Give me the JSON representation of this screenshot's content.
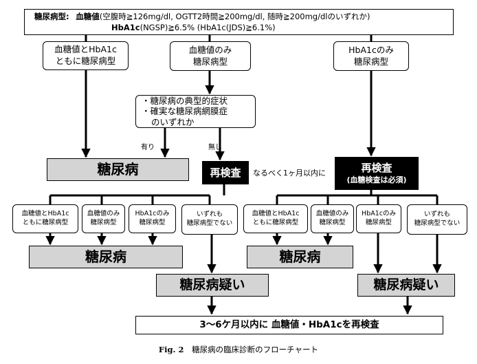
{
  "criteria": {
    "label": "糖尿病型:",
    "bg_label": "血糖値",
    "bg_detail": "(空腹時≧126mg/dl, OGTT2時間≧200mg/dl, 随時≧200mg/dlのいずれか)",
    "hba1c_label": "HbA1c",
    "hba1c_detail": "(NGSP)≧6.5% (HbA1c(JDS)≧6.1%)"
  },
  "top_boxes": {
    "both": [
      "血糖値とHbA1c",
      "ともに糖尿病型"
    ],
    "glucose_only": [
      "血糖値のみ",
      "糖尿病型"
    ],
    "hba1c_only": [
      "HbA1cのみ",
      "糖尿病型"
    ]
  },
  "symptom_box": [
    "・糖尿病の典型的症状",
    "・確実な糖尿病網膜症",
    "のいずれか"
  ],
  "branch_labels": {
    "yes": "有り",
    "no": "無し"
  },
  "diabetes": "糖尿病",
  "retest": "再検査",
  "retest_note": "(血糖検査は必須)",
  "retest_timing": "なるべく1ヶ月以内に",
  "second_row": [
    [
      "血糖値とHbA1c",
      "ともに糖尿病型"
    ],
    [
      "血糖値のみ",
      "糖尿病型"
    ],
    [
      "HbA1cのみ",
      "糖尿病型"
    ],
    [
      "いずれも",
      "糖尿病型でない"
    ]
  ],
  "suspected": "糖尿病疑い",
  "final": "3～6ケ月以内に 血糖値・HbA1cを再検査",
  "caption": {
    "fig": "Fig. 2",
    "text": "糖尿病の臨床診断のフローチャート"
  }
}
